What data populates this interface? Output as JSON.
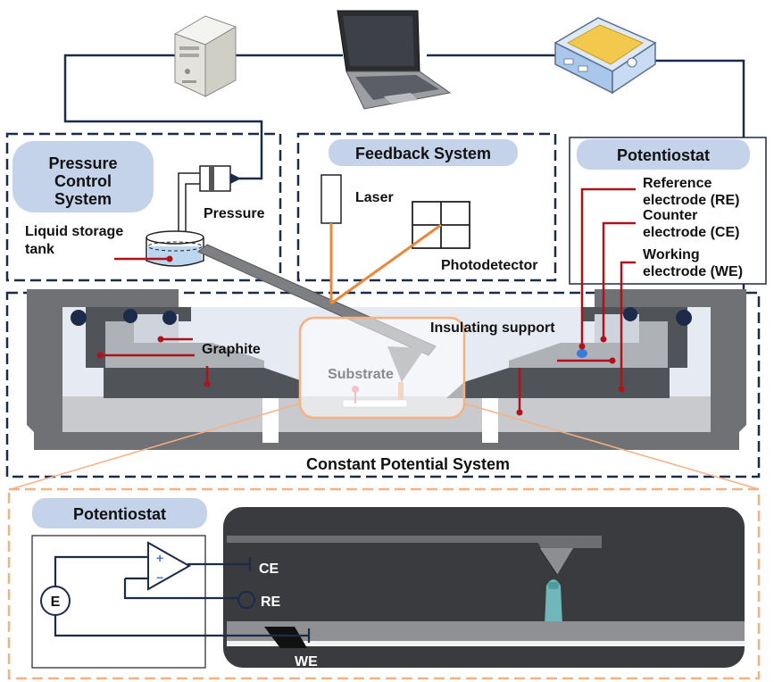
{
  "sections": {
    "pressure_control": "Pressure Control System",
    "feedback": "Feedback System",
    "potentiostat_top": "Potentiostat",
    "constant_potential": "Constant Potential System",
    "potentiostat_bottom": "Potentiostat"
  },
  "labels": {
    "pressure": "Pressure",
    "liquid_storage_tank": "Liquid storage tank",
    "laser": "Laser",
    "photodetector": "Photodetector",
    "reference_electrode": "Reference electrode (RE)",
    "counter_electrode": "Counter electrode (CE)",
    "working_electrode": "Working electrode (WE)",
    "insulating_support": "Insulating support",
    "graphite": "Graphite",
    "substrate": "Substrate"
  },
  "circuit": {
    "source": "E",
    "plus": "+",
    "minus": "−",
    "ce": "CE",
    "re": "RE",
    "we": "WE"
  },
  "colors": {
    "dash_navy": "#1c2b4a",
    "pill_blue": "#c5d3ea",
    "lead_red": "#b0121b",
    "laser_orange": "#e8883a",
    "frame_gray": "#6f7174",
    "cell_dark": "#505357",
    "zoom_orange": "#f4b183"
  },
  "icons": [
    "server-icon",
    "laptop-icon",
    "potentiostat-device-icon"
  ]
}
